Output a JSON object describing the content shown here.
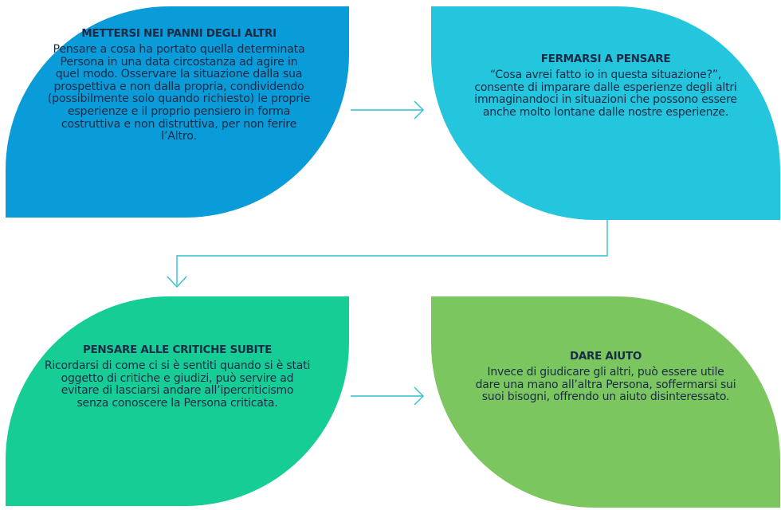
{
  "steps": [
    {
      "title": "METTERSI NEI PANNI DEGLI ALTRI",
      "text": "Pensare a cosa ha portato quella determinata Persona in una data circostanza ad agire in quel modo. Osservare la situazione dalla sua prospettiva e non dalla propria, condividendo (possibilmente solo quando richiesto) le proprie esperienze e il proprio pensiero in forma costruttiva e non distruttiva, per non ferire l’Altro.",
      "color": "#0a9bd9"
    },
    {
      "title": "FERMARSI A PENSARE",
      "text": "“Cosa avrei fatto io in questa situazione?”, consente di imparare dalle esperienze degli altri immaginandoci in situazioni che possono essere anche molto lontane dalle nostre esperienze.",
      "color": "#23c6dc"
    },
    {
      "title": "PENSARE ALLE CRITICHE SUBITE",
      "text": "Ricordarsi di come ci si è sentiti quando si è stati oggetto di critiche e giudizi, può servire ad evitare di lasciarsi andare all’ipercriticismo senza conoscere la Persona criticata.",
      "color": "#16ce95"
    },
    {
      "title": "DARE AIUTO",
      "text": "Invece di giudicare gli altri, può essere utile dare una mano all’altra Persona, soffermarsi sui suoi bisogni, offrendo un aiuto disinteressato.",
      "color": "#7cc660"
    }
  ],
  "connector_color": "#2bbfd3"
}
